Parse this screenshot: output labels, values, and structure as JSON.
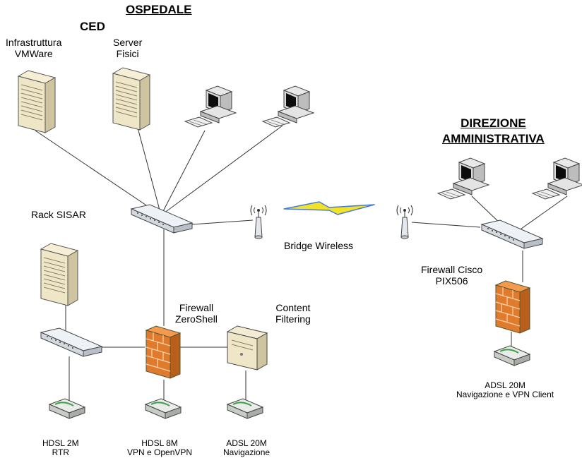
{
  "title": "OSPEDALE",
  "ced": "CED",
  "labels": {
    "vmware": [
      "Infrastruttura",
      "VMWare"
    ],
    "server_fisici": [
      "Server",
      "Fisici"
    ],
    "rack": "Rack SISAR",
    "bridge": "Bridge Wireless",
    "direzione": [
      "DIREZIONE",
      "AMMINISTRATIVA"
    ],
    "firewall_cisco": [
      "Firewall Cisco",
      "PIX506"
    ],
    "firewall_zs": [
      "Firewall",
      "ZeroShell"
    ],
    "content": [
      "Content",
      "Filtering"
    ],
    "adsl_dir": [
      "ADSL 20M",
      "Navigazione e VPN Client"
    ],
    "hdsl2": [
      "HDSL 2M",
      "RTR"
    ],
    "hdsl8": [
      "HDSL 8M",
      "VPN e OpenVPN"
    ],
    "adsl_osp": [
      "ADSL 20M",
      "Navigazione"
    ]
  },
  "colors": {
    "server_body": "#efe6c8",
    "switch_body": "#e4e8ee",
    "firewall": "#e07a2c",
    "lightning": "#f1e22a",
    "lightning_edge": "#4a7bd6"
  }
}
